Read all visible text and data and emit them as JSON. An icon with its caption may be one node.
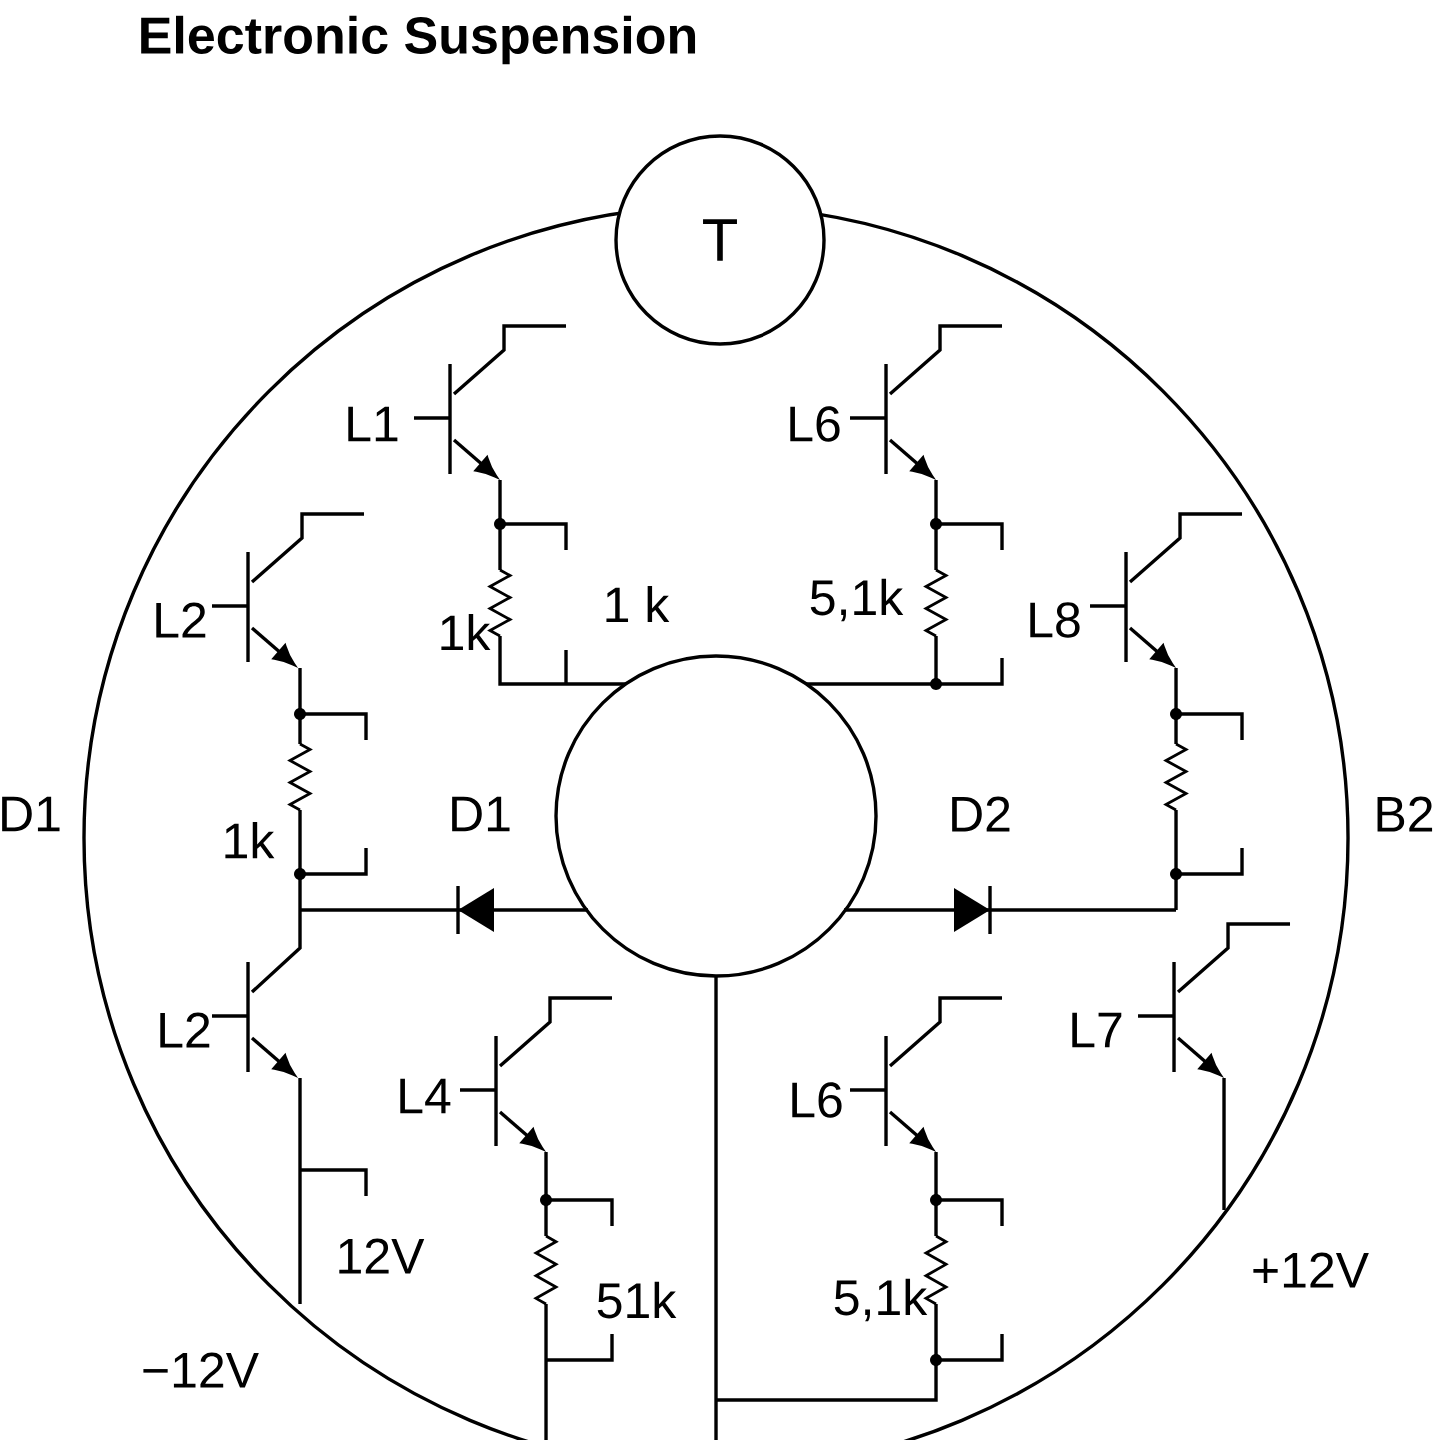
{
  "diagram": {
    "title": "Electronic Suspension",
    "nodes": [
      {
        "text": [],
        "shape": "circle"
      },
      {
        "text": [
          "T"
        ]
      },
      {
        "text": [],
        "shape": "circle",
        "in": 0
      }
    ],
    "labels": [
      "L1",
      "L6",
      "1 k",
      "5,1k",
      "L2",
      "1k",
      "L8",
      "D1",
      "1k",
      "D1",
      "D2",
      "B2",
      "L2",
      "L7",
      "L4",
      "L6",
      "12V",
      "+12V",
      "51k",
      "5,1k",
      "−12V"
    ]
  }
}
